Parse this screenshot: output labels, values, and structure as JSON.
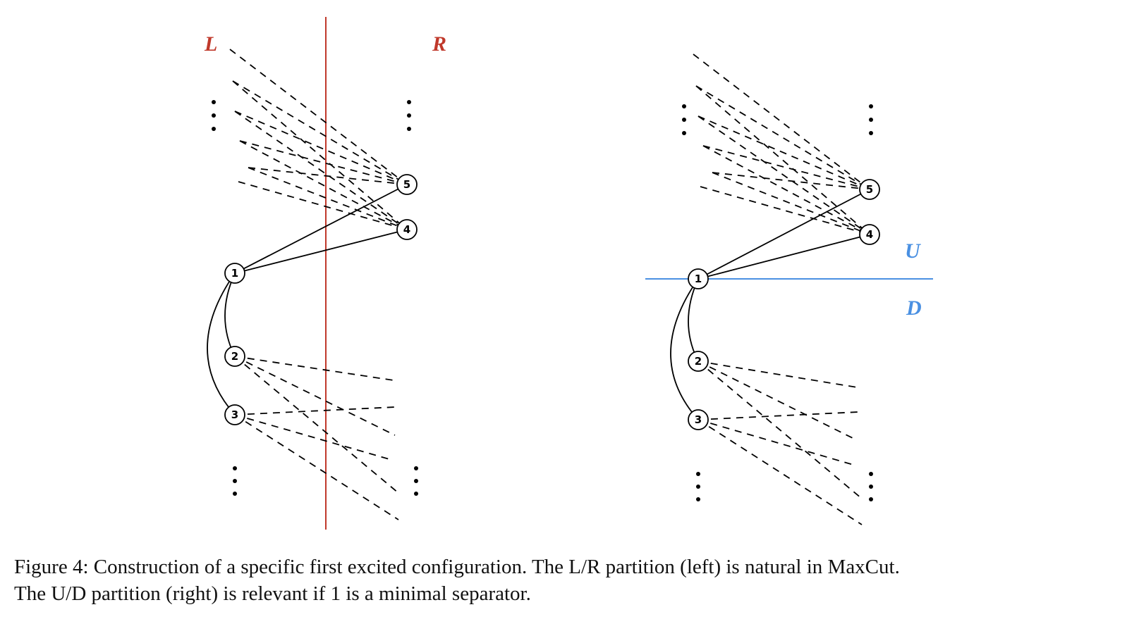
{
  "left_panel": {
    "partition_labels": [
      "L",
      "R"
    ],
    "partition_color": "#c0392b",
    "node_labels": [
      "1",
      "2",
      "3",
      "4",
      "5"
    ]
  },
  "right_panel": {
    "partition_labels": [
      "U",
      "D"
    ],
    "partition_color": "#4a90e2",
    "node_labels": [
      "1",
      "2",
      "3",
      "4",
      "5"
    ]
  },
  "caption": {
    "line1": "Figure 4: Construction of a specific first excited configuration. The L/R partition (left) is natural in MaxCut.",
    "line2": "The U/D partition (right) is relevant if 1 is a minimal separator."
  }
}
